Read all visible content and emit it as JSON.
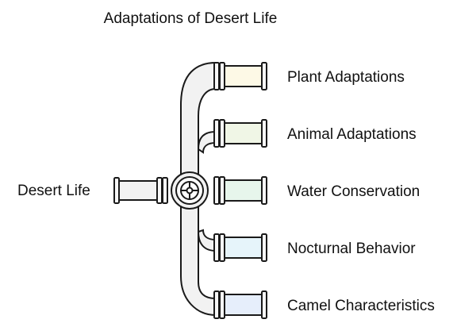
{
  "title": "Adaptations of Desert Life",
  "source": {
    "label": "Desert Life"
  },
  "branches": [
    {
      "label": "Plant Adaptations",
      "color": "#fdf9e6"
    },
    {
      "label": "Animal Adaptations",
      "color": "#f0f6e6"
    },
    {
      "label": "Water Conservation",
      "color": "#e7f6ec"
    },
    {
      "label": "Nocturnal Behavior",
      "color": "#e6f4fa"
    },
    {
      "label": "Camel Characteristics",
      "color": "#e6eefb"
    }
  ],
  "colors": {
    "stroke": "#1a1a1a",
    "pipe_fill": "#f2f2f2",
    "valve_fill": "#ffffff"
  },
  "icons": {
    "valve": "valve-wheel-icon"
  }
}
